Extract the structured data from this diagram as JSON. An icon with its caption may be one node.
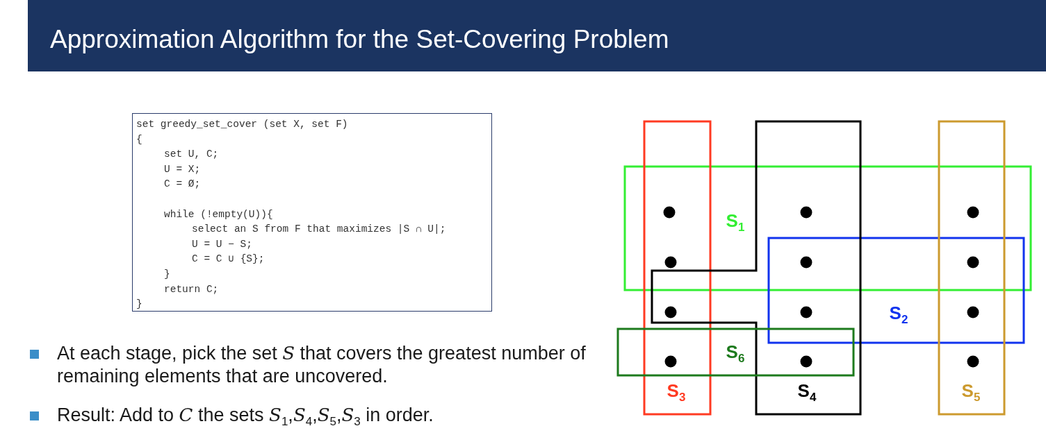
{
  "diagram": {
    "title": "Approximation Algorithm for the Set-Covering Problem",
    "nodes": [
      {
        "text": [
          "set greedy_set_cover (set X, set F)",
          "{",
          "set U, C;",
          "U = X;",
          "C = Ø;",
          "while (!empty(U)){",
          "select an S from F that maximizes |S ∩ U|;",
          "U = U − S;",
          "C = C ∪ {S};",
          "}",
          "return C;",
          "}"
        ]
      },
      {
        "text": [
          "S$_{1}$"
        ]
      },
      {
        "text": [
          "S$_{2}$"
        ]
      },
      {
        "text": [
          "S$_{3}$"
        ]
      },
      {
        "text": [
          "S$_{4}$"
        ]
      },
      {
        "text": [
          "S$_{5}$"
        ]
      },
      {
        "text": [
          "S$_{6}$"
        ]
      }
    ],
    "labels": [
      "At each stage, pick the set *S* that covers the greatest number of remaining elements that are uncovered.",
      "Result: Add to *C* the sets *S*$_{1}$,*S*$_{4}$,*S*$_{5}$,*S*$_{3}$ in order."
    ]
  }
}
